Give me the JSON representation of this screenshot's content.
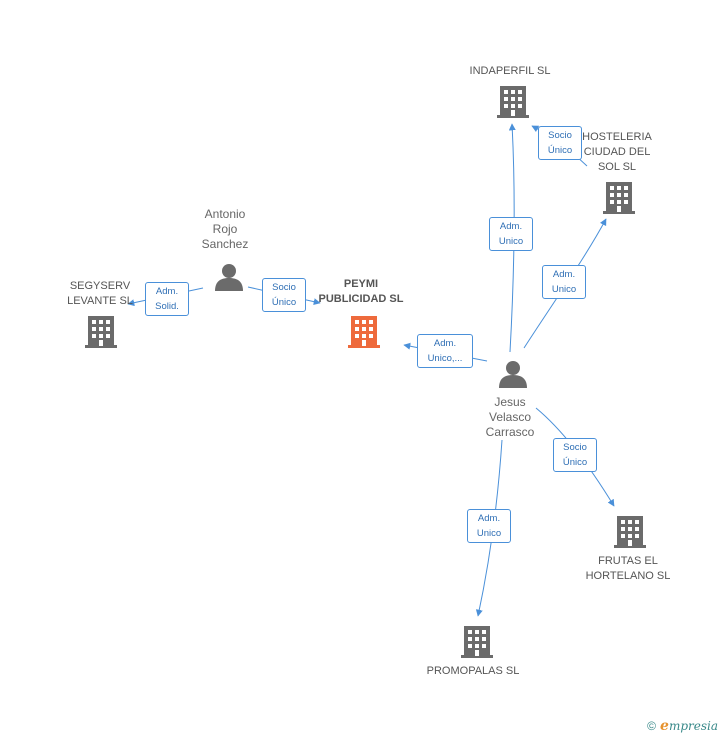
{
  "colors": {
    "edge": "#4a90d9",
    "company": "#6b6b6b",
    "focus_company": "#ee6a3c",
    "person": "#6b6b6b"
  },
  "nodes": {
    "peymi": {
      "label": "PEYMI\nPUBLICIDAD SL",
      "type": "company",
      "focus": true
    },
    "segyserv": {
      "label": "SEGYSERV\nLEVANTE  SL",
      "type": "company"
    },
    "indaperfil": {
      "label": "INDAPERFIL SL",
      "type": "company"
    },
    "hosteleria": {
      "label": "HOSTELERIA\nCIUDAD DEL\nSOL SL",
      "type": "company"
    },
    "frutas": {
      "label": "FRUTAS EL\nHORTELANO SL",
      "type": "company"
    },
    "promopalas": {
      "label": "PROMOPALAS SL",
      "type": "company"
    },
    "antonio": {
      "label": "Antonio\nRojo\nSanchez",
      "type": "person"
    },
    "jesus": {
      "label": "Jesus\nVelasco\nCarrasco",
      "type": "person"
    }
  },
  "edges": {
    "antonio_segyserv": "Adm.\nSolid.",
    "antonio_peymi": "Socio\nÚnico",
    "jesus_peymi": "Adm.\nUnico,...",
    "jesus_indaperfil": "Adm.\nUnico",
    "hosteleria_indaperfil": "Socio\nÚnico",
    "jesus_hosteleria": "Adm.\nUnico",
    "jesus_frutas": "Socio\nÚnico",
    "jesus_promopalas": "Adm.\nUnico"
  },
  "footer": {
    "copyright_symbol": "©",
    "brand_initial": "e",
    "brand_rest": "mpresia",
    "logo_icon": "copyright-icon"
  }
}
